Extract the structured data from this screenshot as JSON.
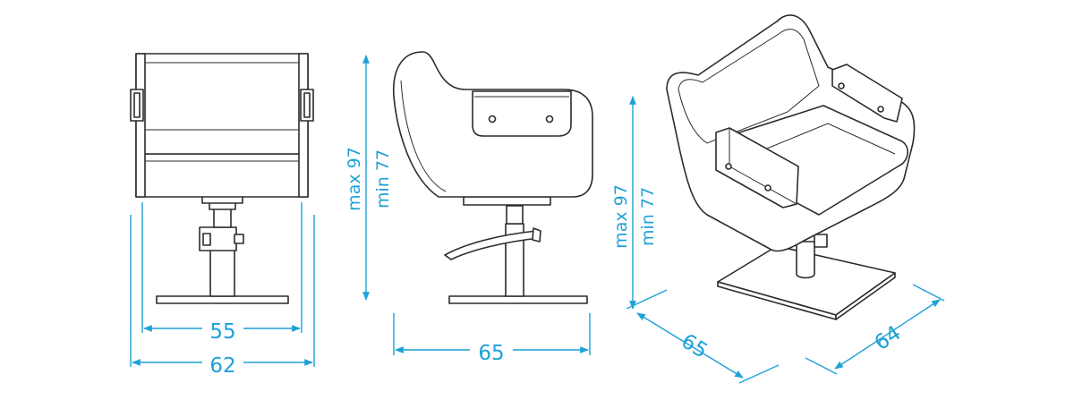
{
  "colors": {
    "dimension": "#1da1d6",
    "outline": "#2b2b2b",
    "background": "#ffffff"
  },
  "front_view": {
    "inner_width": "55",
    "outer_width": "62"
  },
  "side_view": {
    "depth": "65",
    "height_max": "max 97",
    "height_min": "min 77"
  },
  "iso_view": {
    "depth": "65",
    "width": "64",
    "height_max": "max 97",
    "height_min": "min 77"
  }
}
